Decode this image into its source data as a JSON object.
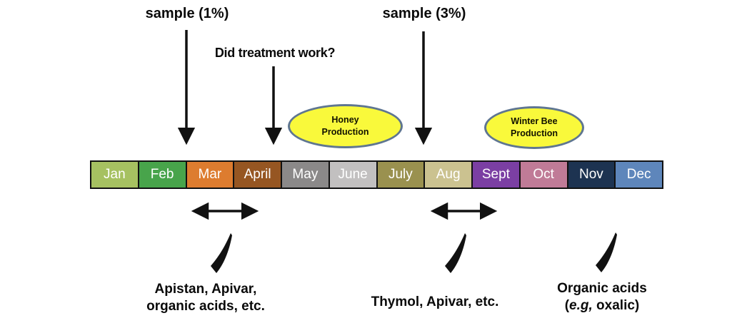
{
  "title_hidden": "",
  "annotations": {
    "sample1": "sample (1%)",
    "treatment_question": "Did treatment work?",
    "sample3": "sample (3%)"
  },
  "ellipses": {
    "honey": {
      "line1": "Honey",
      "line2": "Production",
      "fill": "#f9f93b",
      "border": "#5f7691"
    },
    "winter": {
      "line1": "Winter Bee",
      "line2": "Production",
      "fill": "#f9f93b",
      "border": "#5f7691"
    }
  },
  "months": [
    {
      "label": "Jan",
      "color": "#a6c161"
    },
    {
      "label": "Feb",
      "color": "#48a44b"
    },
    {
      "label": "Mar",
      "color": "#dd7c2f"
    },
    {
      "label": "April",
      "color": "#965622"
    },
    {
      "label": "May",
      "color": "#8b8989"
    },
    {
      "label": "June",
      "color": "#c2c0c0"
    },
    {
      "label": "July",
      "color": "#9a914f"
    },
    {
      "label": "Aug",
      "color": "#cbc290"
    },
    {
      "label": "Sept",
      "color": "#7b3fa3"
    },
    {
      "label": "Oct",
      "color": "#c07b97"
    },
    {
      "label": "Nov",
      "color": "#1d3351"
    },
    {
      "label": "Dec",
      "color": "#5e86bb"
    }
  ],
  "treatments": {
    "spring": {
      "line1": "Apistan, Apivar,",
      "line2": "organic acids, etc."
    },
    "summer": {
      "line1": "Thymol, Apivar, etc."
    },
    "winter": {
      "line1": "Organic acids",
      "line2_prefix": "(",
      "line2_italic": "e.g,",
      "line2_suffix": " oxalic)"
    }
  },
  "arrow_color": "#111111"
}
